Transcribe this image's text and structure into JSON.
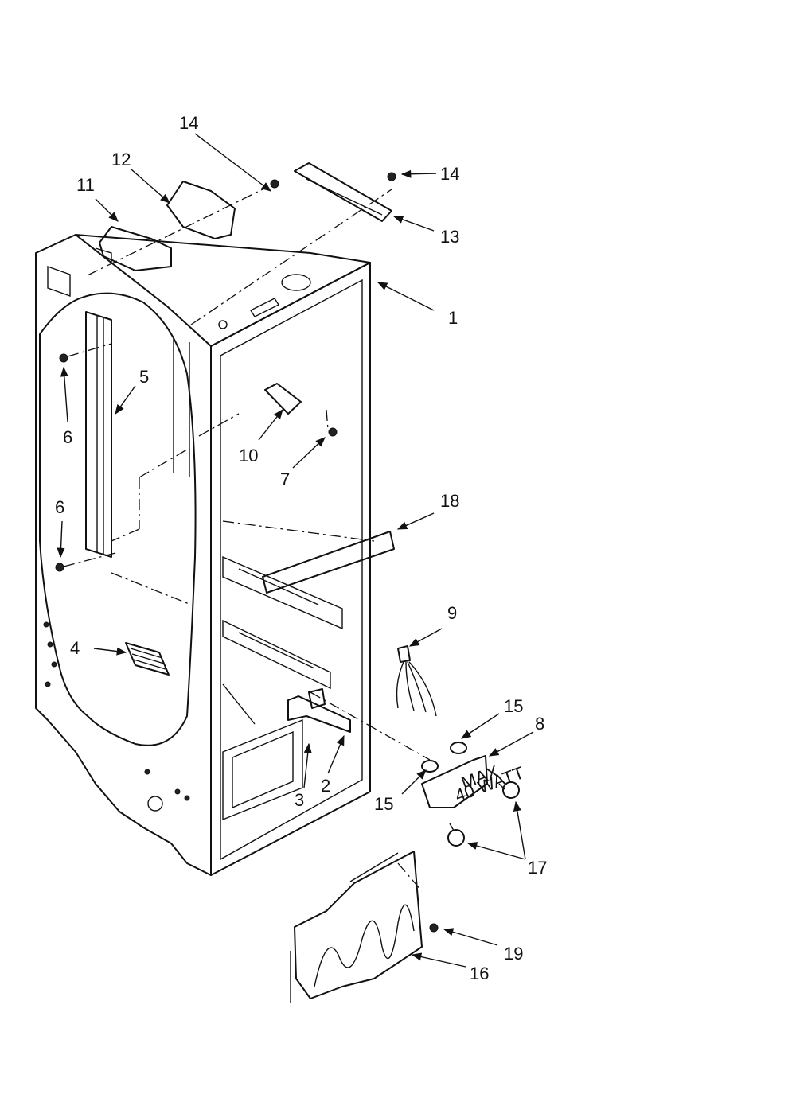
{
  "diagram": {
    "callouts": [
      {
        "id": "c14a",
        "label": "14"
      },
      {
        "id": "c12",
        "label": "12"
      },
      {
        "id": "c11",
        "label": "11"
      },
      {
        "id": "c14b",
        "label": "14"
      },
      {
        "id": "c13",
        "label": "13"
      },
      {
        "id": "c1",
        "label": "1"
      },
      {
        "id": "c5",
        "label": "5"
      },
      {
        "id": "c6a",
        "label": "6"
      },
      {
        "id": "c6b",
        "label": "6"
      },
      {
        "id": "c10",
        "label": "10"
      },
      {
        "id": "c7",
        "label": "7"
      },
      {
        "id": "c18",
        "label": "18"
      },
      {
        "id": "c4",
        "label": "4"
      },
      {
        "id": "c9",
        "label": "9"
      },
      {
        "id": "c15a",
        "label": "15"
      },
      {
        "id": "c8",
        "label": "8"
      },
      {
        "id": "c15b",
        "label": "15"
      },
      {
        "id": "c3",
        "label": "3"
      },
      {
        "id": "c2",
        "label": "2"
      },
      {
        "id": "c17",
        "label": "17"
      },
      {
        "id": "c19",
        "label": "19"
      },
      {
        "id": "c16",
        "label": "16"
      }
    ],
    "socket_text": {
      "line1": "MAX",
      "line2": "40 WATT"
    }
  }
}
